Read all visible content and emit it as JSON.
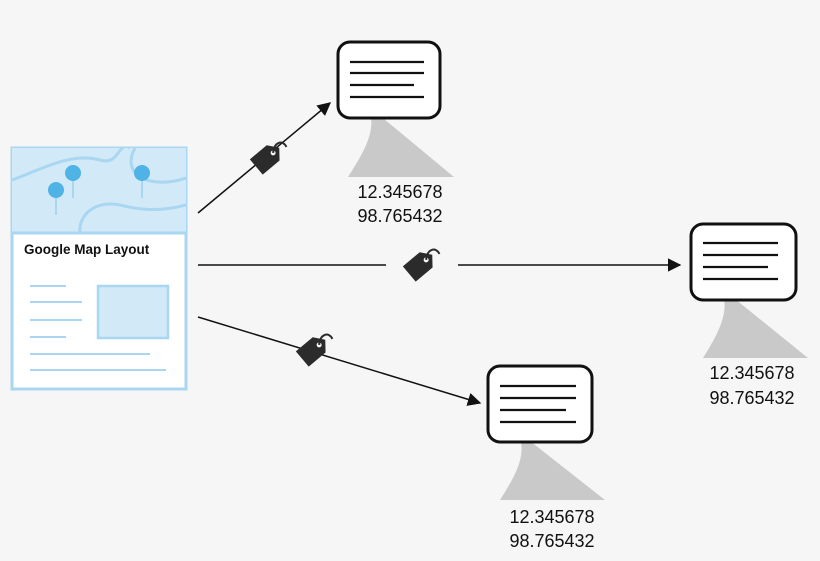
{
  "layout_document": {
    "title": "Google Map Layout"
  },
  "messages": [
    {
      "latitude": "12.345678",
      "longitude": "98.765432"
    },
    {
      "latitude": "12.345678",
      "longitude": "98.765432"
    },
    {
      "latitude": "12.345678",
      "longitude": "98.765432"
    }
  ],
  "colors": {
    "background": "#f6f6f6",
    "map_fill": "#d2eaf8",
    "map_outline": "#a9d6f0",
    "pin": "#4fb3e6",
    "tag": "#2b2b2b",
    "speech_tail": "#c9c9c9",
    "ink": "#111111"
  },
  "icons": [
    "map-pin-icon",
    "tag-icon",
    "message-bubble-icon"
  ]
}
